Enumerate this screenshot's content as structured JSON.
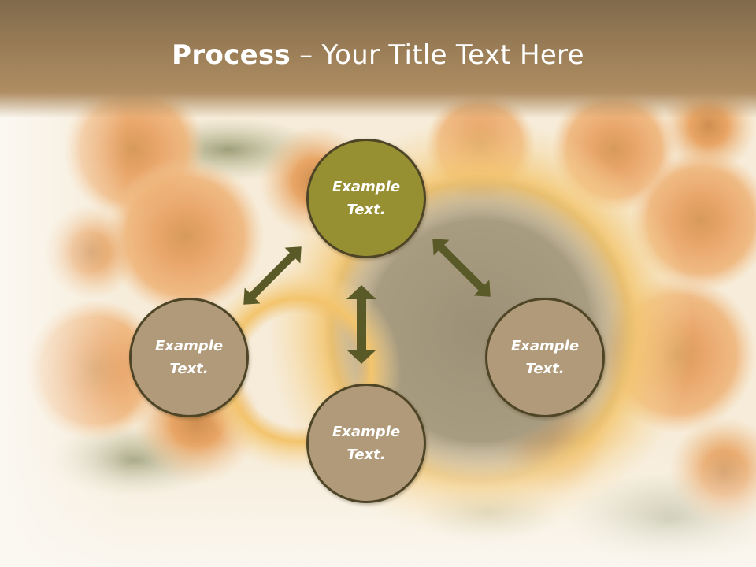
{
  "title": {
    "bold": "Process",
    "rest": " – Your Title Text Here"
  },
  "nodes": [
    {
      "label": "Example\nText."
    },
    {
      "label": "Example\nText."
    },
    {
      "label": "Example\nText."
    },
    {
      "label": "Example\nText."
    }
  ],
  "colors": {
    "primary_node": "#979032",
    "secondary_node": "#b09a7a",
    "node_border": "#4e4426",
    "arrow": "#5a5a28",
    "title_bar": "#9c7f58"
  }
}
